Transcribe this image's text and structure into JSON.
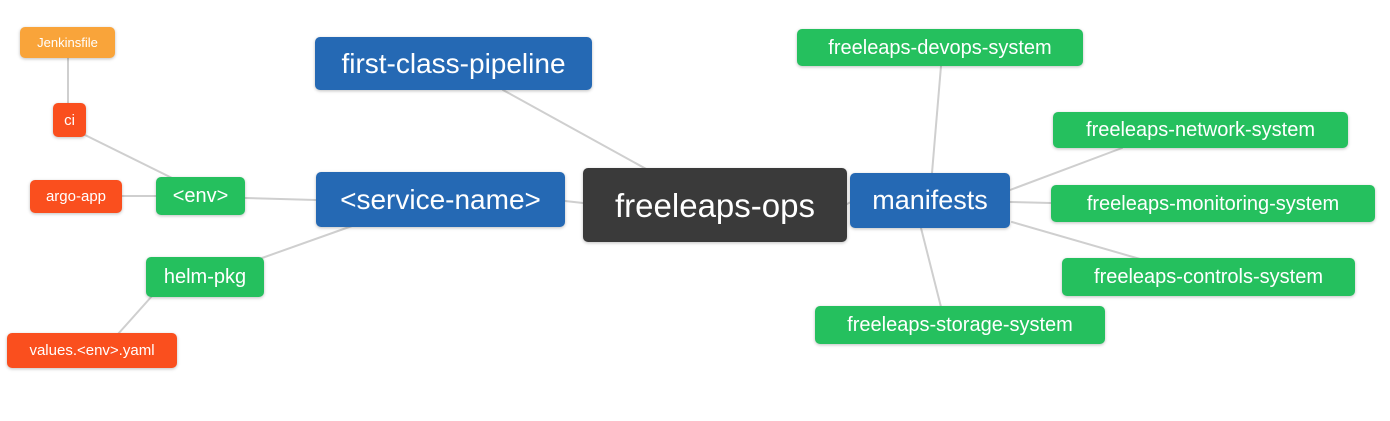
{
  "diagram": {
    "type": "mindmap",
    "root_label": "freeleaps-ops",
    "colors": {
      "canvas_bg": "#ffffff",
      "edge": "#cfcfcf",
      "text": "#ffffff",
      "root_bg": "#3a3a3a",
      "branch_bg": "#2569b4",
      "green_bg": "#25c05e",
      "red_bg": "#fa4f1e",
      "orange_bg": "#f9a43a"
    },
    "nodes": [
      {
        "id": "freeleaps-ops",
        "label": "freeleaps-ops",
        "level": "root"
      },
      {
        "id": "first-class-pipeline",
        "label": "first-class-pipeline",
        "level": "branch"
      },
      {
        "id": "service-name",
        "label": "<service-name>",
        "level": "branch"
      },
      {
        "id": "manifests",
        "label": "manifests",
        "level": "branch"
      },
      {
        "id": "env",
        "label": "<env>",
        "level": "green"
      },
      {
        "id": "helm-pkg",
        "label": "helm-pkg",
        "level": "green"
      },
      {
        "id": "ci",
        "label": "ci",
        "level": "red"
      },
      {
        "id": "argo-app",
        "label": "argo-app",
        "level": "red"
      },
      {
        "id": "values-env-yaml",
        "label": "values.<env>.yaml",
        "level": "red"
      },
      {
        "id": "jenkinsfile",
        "label": "Jenkinsfile",
        "level": "orange"
      },
      {
        "id": "devops-system",
        "label": "freeleaps-devops-system",
        "level": "green"
      },
      {
        "id": "network-system",
        "label": "freeleaps-network-system",
        "level": "green"
      },
      {
        "id": "monitoring-system",
        "label": "freeleaps-monitoring-system",
        "level": "green"
      },
      {
        "id": "controls-system",
        "label": "freeleaps-controls-system",
        "level": "green"
      },
      {
        "id": "storage-system",
        "label": "freeleaps-storage-system",
        "level": "green"
      }
    ],
    "edges": [
      {
        "from": "jenkinsfile",
        "to": "ci"
      },
      {
        "from": "ci",
        "to": "env"
      },
      {
        "from": "argo-app",
        "to": "env"
      },
      {
        "from": "env",
        "to": "service-name"
      },
      {
        "from": "helm-pkg",
        "to": "service-name"
      },
      {
        "from": "values-env-yaml",
        "to": "helm-pkg"
      },
      {
        "from": "first-class-pipeline",
        "to": "freeleaps-ops"
      },
      {
        "from": "service-name",
        "to": "freeleaps-ops"
      },
      {
        "from": "freeleaps-ops",
        "to": "manifests"
      },
      {
        "from": "manifests",
        "to": "devops-system"
      },
      {
        "from": "manifests",
        "to": "network-system"
      },
      {
        "from": "manifests",
        "to": "monitoring-system"
      },
      {
        "from": "manifests",
        "to": "controls-system"
      },
      {
        "from": "manifests",
        "to": "storage-system"
      }
    ]
  }
}
